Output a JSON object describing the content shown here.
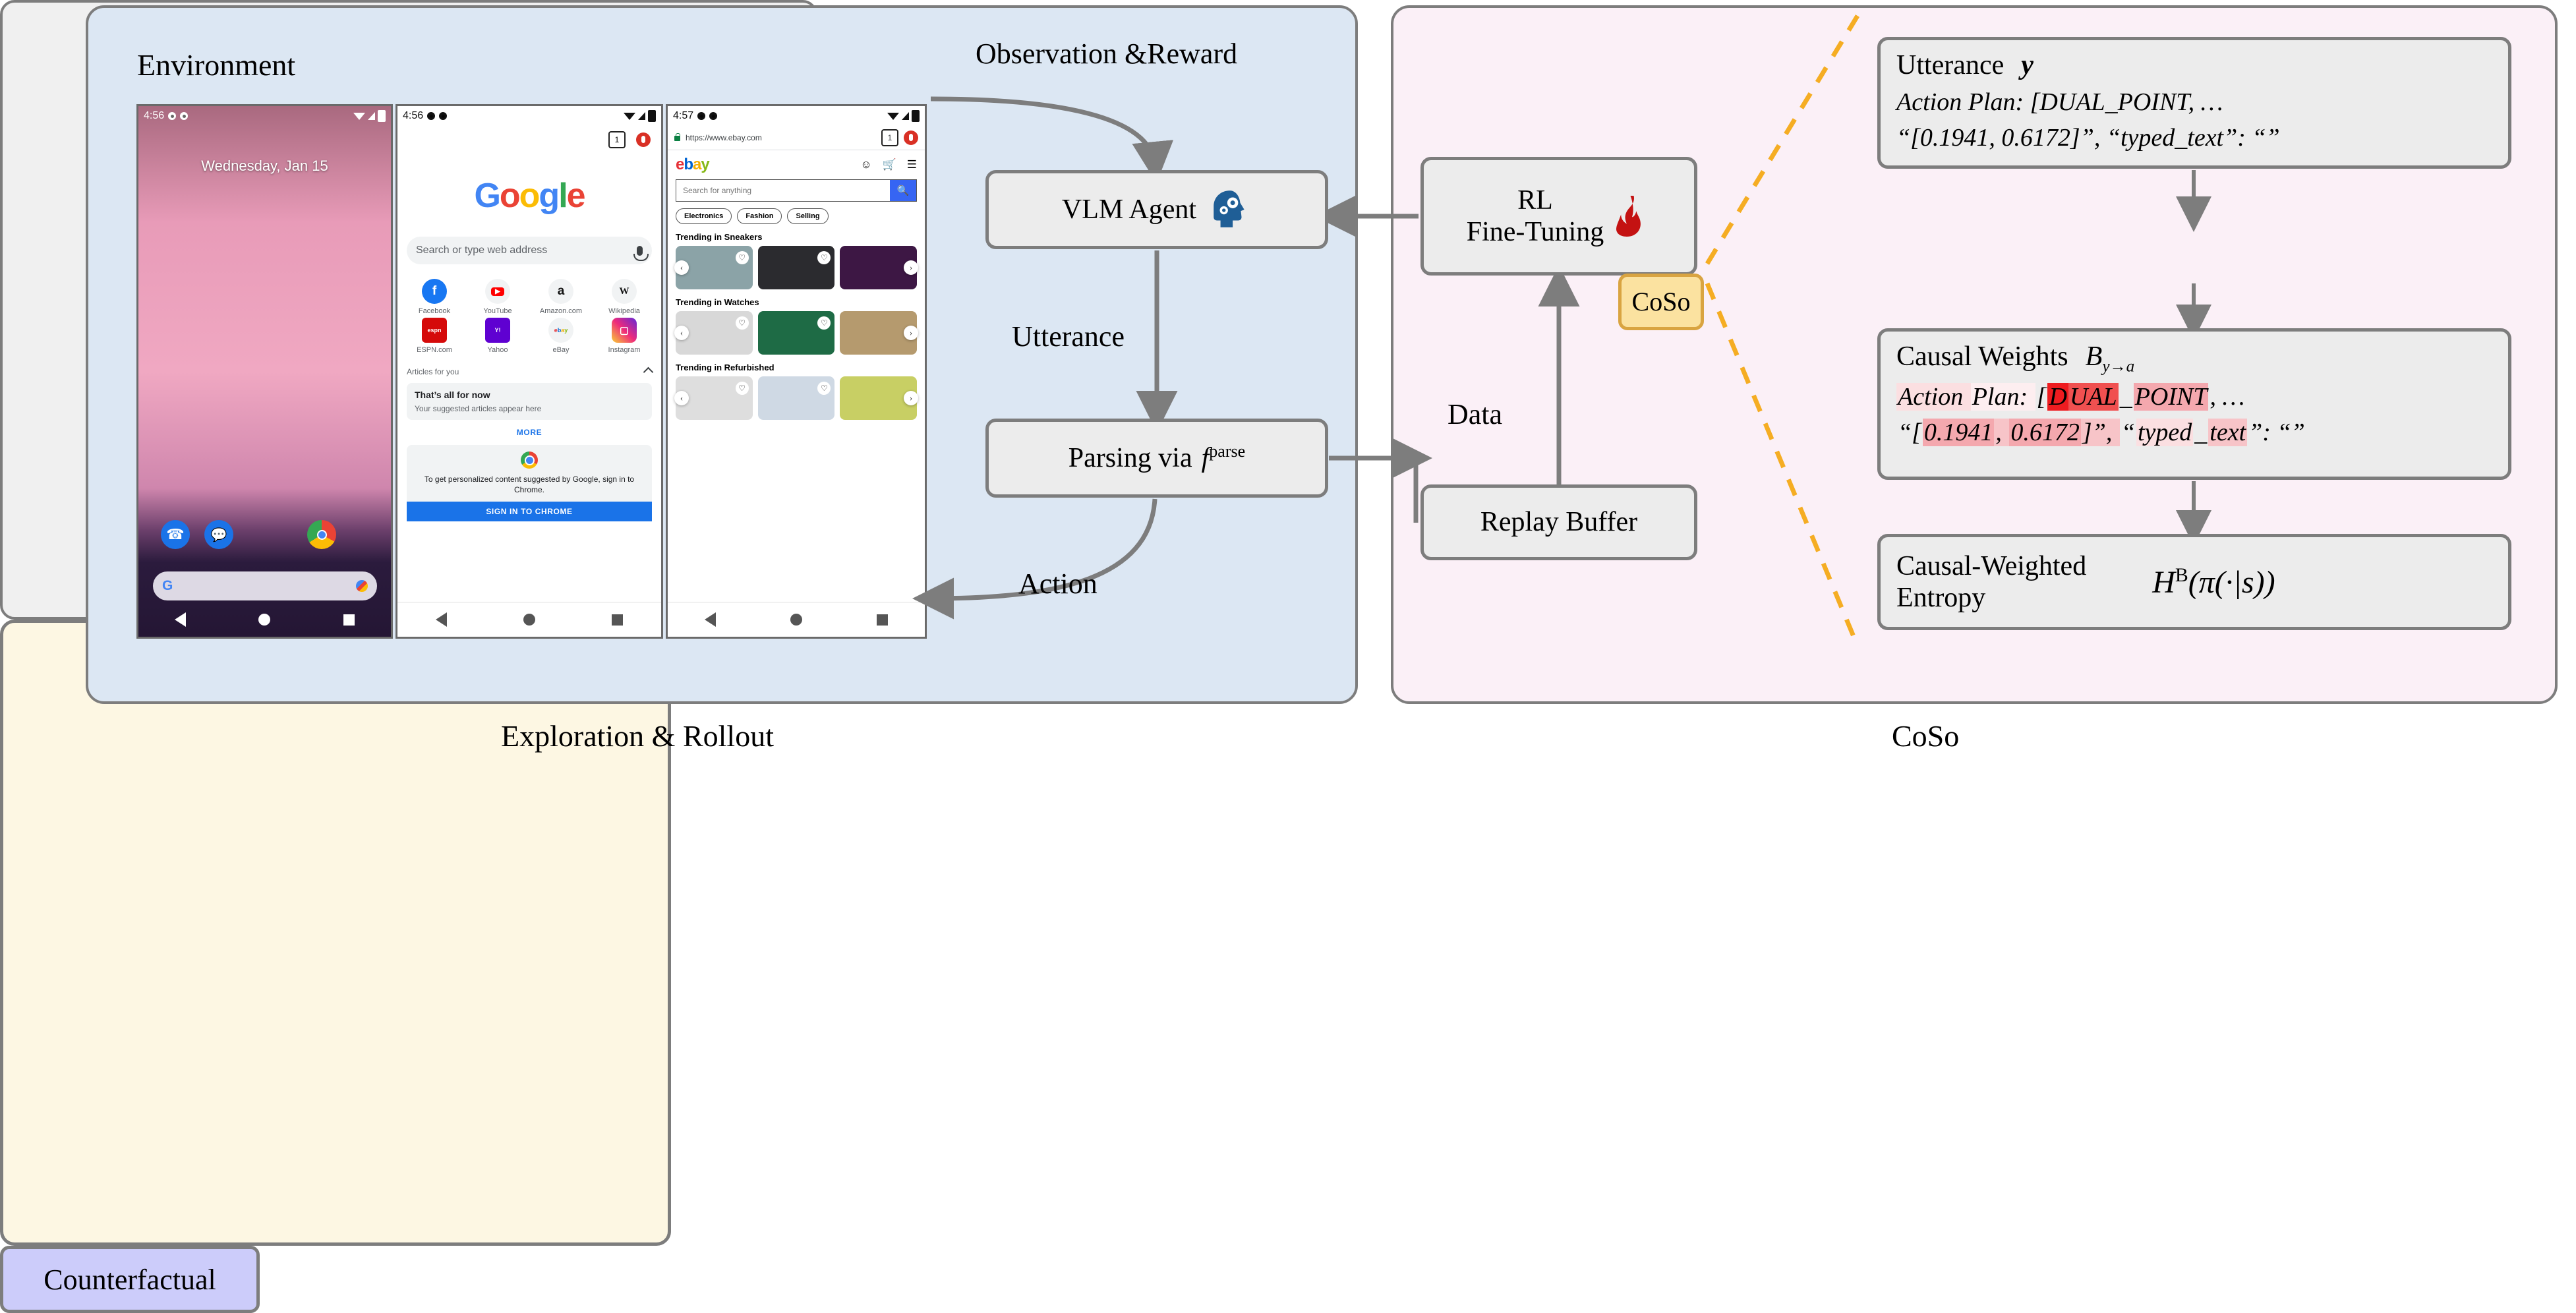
{
  "left_panel": {
    "caption": "Exploration & Rollout",
    "env_title": "Environment",
    "arrow_labels": {
      "observation": "Observation &Reward",
      "utterance": "Utterance",
      "action": "Action"
    },
    "boxes": {
      "vlm_agent": "VLM Agent",
      "parsing": "Parsing via",
      "parsing_math_base": "f",
      "parsing_math_sup": "parse"
    },
    "phones": [
      {
        "name": "android-home",
        "status_time": "4:56",
        "date_text": "Wednesday, Jan 15",
        "dock_apps": [
          "phone-icon",
          "messages-icon",
          "chrome-icon"
        ],
        "search_widget": "google-search-widget",
        "nav": [
          "back",
          "home",
          "recents"
        ]
      },
      {
        "name": "chrome-new-tab",
        "status_time": "4:56",
        "tab_count": "1",
        "logo": "Google",
        "omnibox_placeholder": "Search or type web address",
        "tiles": [
          {
            "label": "Facebook",
            "glyph": "f"
          },
          {
            "label": "YouTube",
            "glyph": "▶"
          },
          {
            "label": "Amazon.com",
            "glyph": "a"
          },
          {
            "label": "Wikipedia",
            "glyph": "W"
          },
          {
            "label": "ESPN.com",
            "glyph": "espn"
          },
          {
            "label": "Yahoo",
            "glyph": "Y!"
          },
          {
            "label": "eBay",
            "glyph": "ebay"
          },
          {
            "label": "Instagram",
            "glyph": "◎"
          }
        ],
        "articles_header": "Articles for you",
        "card_title": "That’s all for now",
        "card_subtitle": "Your suggested articles appear here",
        "more_label": "MORE",
        "signin_text": "To get personalized content suggested by Google, sign in to Chrome.",
        "signin_button": "SIGN IN TO CHROME",
        "nav": [
          "back",
          "home",
          "recents"
        ]
      },
      {
        "name": "ebay-homepage",
        "status_time": "4:57",
        "url": "https://www.ebay.com",
        "tab_count": "1",
        "logo": "ebay",
        "search_placeholder": "Search for anything",
        "chips": [
          "Electronics",
          "Fashion",
          "Selling"
        ],
        "sections": [
          "Trending in Sneakers",
          "Trending in Watches",
          "Trending in Refurbished"
        ],
        "nav": [
          "back",
          "home",
          "recents"
        ]
      }
    ]
  },
  "right_panel": {
    "caption": "CoSo",
    "rl_box": {
      "line1": "RL",
      "line2": "Fine-Tuning",
      "icon": "flame-icon"
    },
    "coso_badge": "CoSo",
    "replay_buffer": "Replay Buffer",
    "data_label": "Data",
    "utterance_box": {
      "title": "Utterance",
      "title_symbol": "y",
      "line1": "Action Plan: [DUAL_POINT,  …",
      "line2": "“[0.1941, 0.6172]”, “typed_text”: “”"
    },
    "counterfactual": "Counterfactual",
    "causal_weights_box": {
      "title": "Causal Weights",
      "title_symbol": "B",
      "title_symbol_sub": "y→a",
      "segments_line1": [
        {
          "text": "Action ",
          "weight": 0.22
        },
        {
          "text": "Plan: ",
          "weight": 0.14
        },
        {
          "text": "[",
          "weight": 0.0
        },
        {
          "text": "D",
          "weight": 1.0
        },
        {
          "text": "UAL",
          "weight": 0.8
        },
        {
          "text": "_",
          "weight": 0.0
        },
        {
          "text": "POINT",
          "weight": 0.45
        },
        {
          "text": ",  …",
          "weight": 0.0
        }
      ],
      "segments_line2": [
        {
          "text": "“[",
          "weight": 0.0
        },
        {
          "text": "0.1941",
          "weight": 0.45
        },
        {
          "text": ", ",
          "weight": 0.3
        },
        {
          "text": "0.6172",
          "weight": 0.45
        },
        {
          "text": "]”, ",
          "weight": 0.3
        },
        {
          "text": "“",
          "weight": 0.0
        },
        {
          "text": "typed",
          "weight": 0.2
        },
        {
          "text": "_",
          "weight": 0.0
        },
        {
          "text": "text",
          "weight": 0.3
        },
        {
          "text": "”: “”",
          "weight": 0.0
        }
      ]
    },
    "entropy_box": {
      "line1": "Causal-Weighted",
      "line2": "Entropy",
      "formula": "H",
      "formula_sup": "B",
      "formula_rest": "(π(·|s))"
    }
  },
  "colors": {
    "left_panel_bg": "#dce7f3",
    "right_panel_bg": "#fbf0f7",
    "cream_bg": "#fdf7e3",
    "box_bg": "#ececec",
    "box_border": "#7d7d7d",
    "counterfactual_bg": "#ccccfa",
    "coso_bg": "#fbe2a0",
    "coso_border": "#d9a441",
    "dashed_accent": "#f5ad23",
    "flame": "#c41212",
    "agent_blue": "#1f5e96",
    "highlight_red": "#e8272b"
  }
}
